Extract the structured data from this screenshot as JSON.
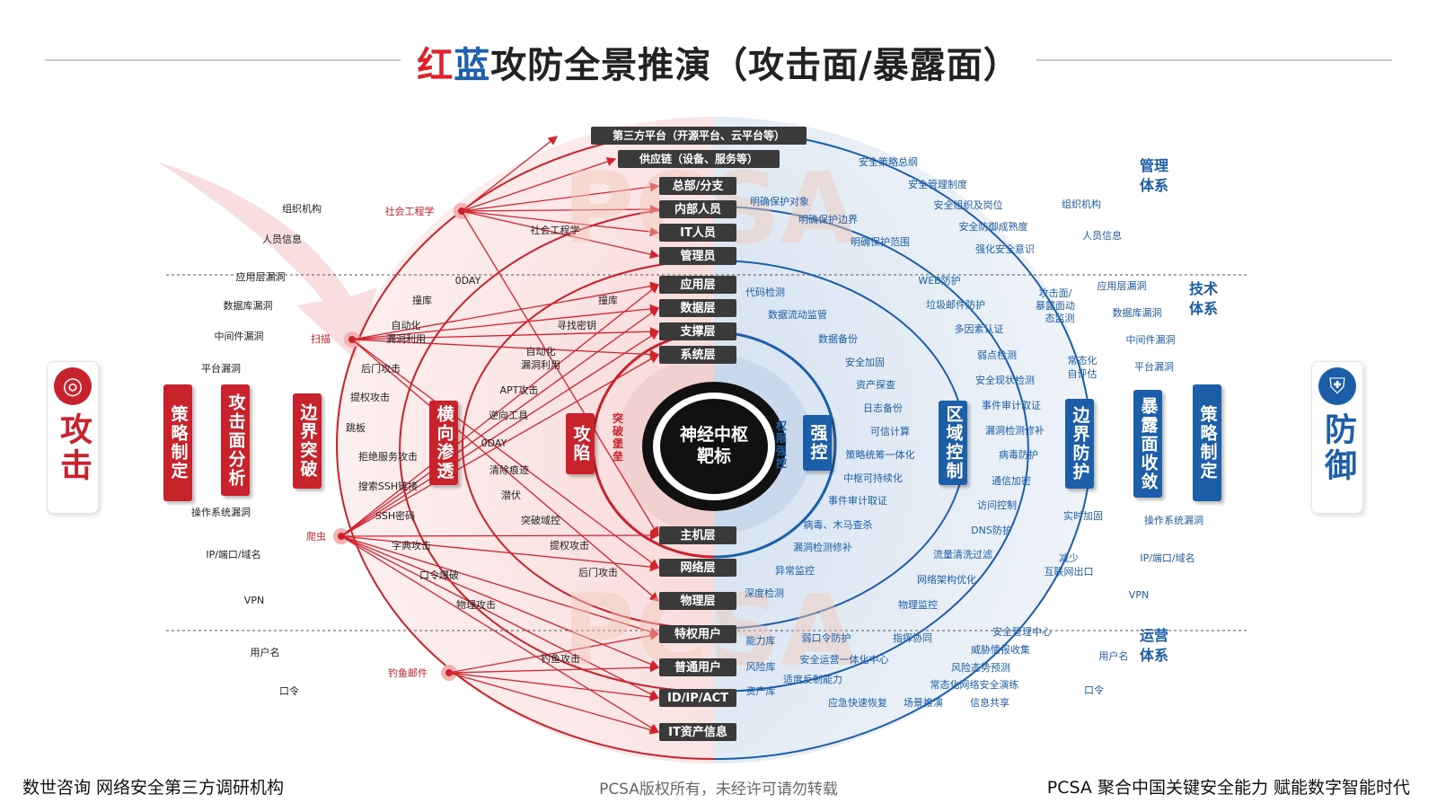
{
  "title": {
    "red": "红",
    "blue": "蓝",
    "rest": "攻防全景推演（攻击面/暴露面）"
  },
  "watermark": "PCSA",
  "center": {
    "line1": "神经中枢",
    "line2": "靶标"
  },
  "ring_labels": {
    "attack": "突破堡垒",
    "defense": "权限强控"
  },
  "attack_side": {
    "badge": "攻击",
    "columns": [
      "策略制定",
      "攻击面分析",
      "边界突破",
      "横向渗透",
      "攻陷"
    ]
  },
  "defense_side": {
    "badge": "防御",
    "columns": [
      "强控",
      "区域控制",
      "边界防护",
      "暴露面收敛",
      "策略制定"
    ]
  },
  "systems": [
    "管理体系",
    "技术体系",
    "运营体系"
  ],
  "top_targets": [
    "第三方平台（开源平台、云平台等）",
    "供应链（设备、服务等）"
  ],
  "targets": [
    "总部/分支",
    "内部人员",
    "IT人员",
    "管理员",
    "应用层",
    "数据层",
    "支撑层",
    "系统层",
    "主机层",
    "网络层",
    "物理层",
    "特权用户",
    "普通用户",
    "ID/IP/ACT",
    "IT资产信息"
  ],
  "attack_sources": [
    "社会工程学",
    "扫描",
    "爬虫",
    "钓鱼邮件"
  ],
  "left_outer": [
    "组织机构",
    "人员信息",
    "应用层漏洞",
    "数据库漏洞",
    "中间件漏洞",
    "平台漏洞",
    "操作系统漏洞",
    "IP/端口/域名",
    "VPN",
    "用户名",
    "口令"
  ],
  "left_mid": [
    "后门攻击",
    "提权攻击",
    "跳板",
    "拒绝服务攻击",
    "搜索SSH链接",
    "SSH密码",
    "字典攻击",
    "口令爆破",
    "物理攻击"
  ],
  "left_inner": [
    "0DAY",
    "撞库",
    "自动化漏洞利用",
    "撞库",
    "寻找密钥",
    "自动化漏洞利用",
    "APT攻击",
    "逆向工具",
    "0DAY",
    "清除痕迹",
    "潜伏",
    "突破域控",
    "提权攻击",
    "后门攻击",
    "社会工程学",
    "钓鱼攻击"
  ],
  "right_mgmt": [
    "安全策略总纲",
    "安全管理制度",
    "安全组织及岗位",
    "安全防御成熟度",
    "强化安全意识",
    "明确保护对象",
    "明确保护边界",
    "明确保护范围"
  ],
  "right_tech_outer": [
    "WEB防护",
    "垃圾邮件防护",
    "多因素认证",
    "弱点检测",
    "安全现状检测",
    "事件审计取证",
    "漏洞检测修补",
    "病毒防护",
    "通信加密",
    "访问控制",
    "DNS防护",
    "流量清洗过滤",
    "网络架构优化",
    "物理监控"
  ],
  "right_tech_inner": [
    "代码检测",
    "数据流动监管",
    "数据备份",
    "安全加固",
    "资产探查",
    "日志备份",
    "可信计算",
    "策略统筹一体化",
    "中枢可持续化",
    "事件审计取证",
    "病毒、木马查杀",
    "漏洞检测修补",
    "异常监控",
    "深度检测"
  ],
  "right_ops": [
    "能力库",
    "风险库",
    "资产库",
    "弱口令防护",
    "指挥协同",
    "安全运营一体化中心",
    "适度反制能力",
    "应急快速恢复",
    "场景推演",
    "信息共享",
    "安全管理中心",
    "威胁情报收集",
    "风险态势预测",
    "常态化网络安全演练"
  ],
  "right_edge": [
    "攻击面/暴露面动态监测",
    "常态化自评估",
    "实时加固",
    "减少互联网出口"
  ],
  "right_outer": [
    "组织机构",
    "人员信息",
    "应用层漏洞",
    "数据库漏洞",
    "中间件漏洞",
    "平台漏洞",
    "操作系统漏洞",
    "IP/端口/域名",
    "VPN",
    "用户名",
    "口令"
  ],
  "footer": {
    "left": "数世咨询   网络安全第三方调研机构",
    "center": "PCSA版权所有，未经许可请勿转载",
    "right": "PCSA 聚合中国关键安全能力    赋能数字智能时代"
  },
  "colors": {
    "red": "#c8222c",
    "blue": "#1d5ea8",
    "dark": "#333333"
  }
}
